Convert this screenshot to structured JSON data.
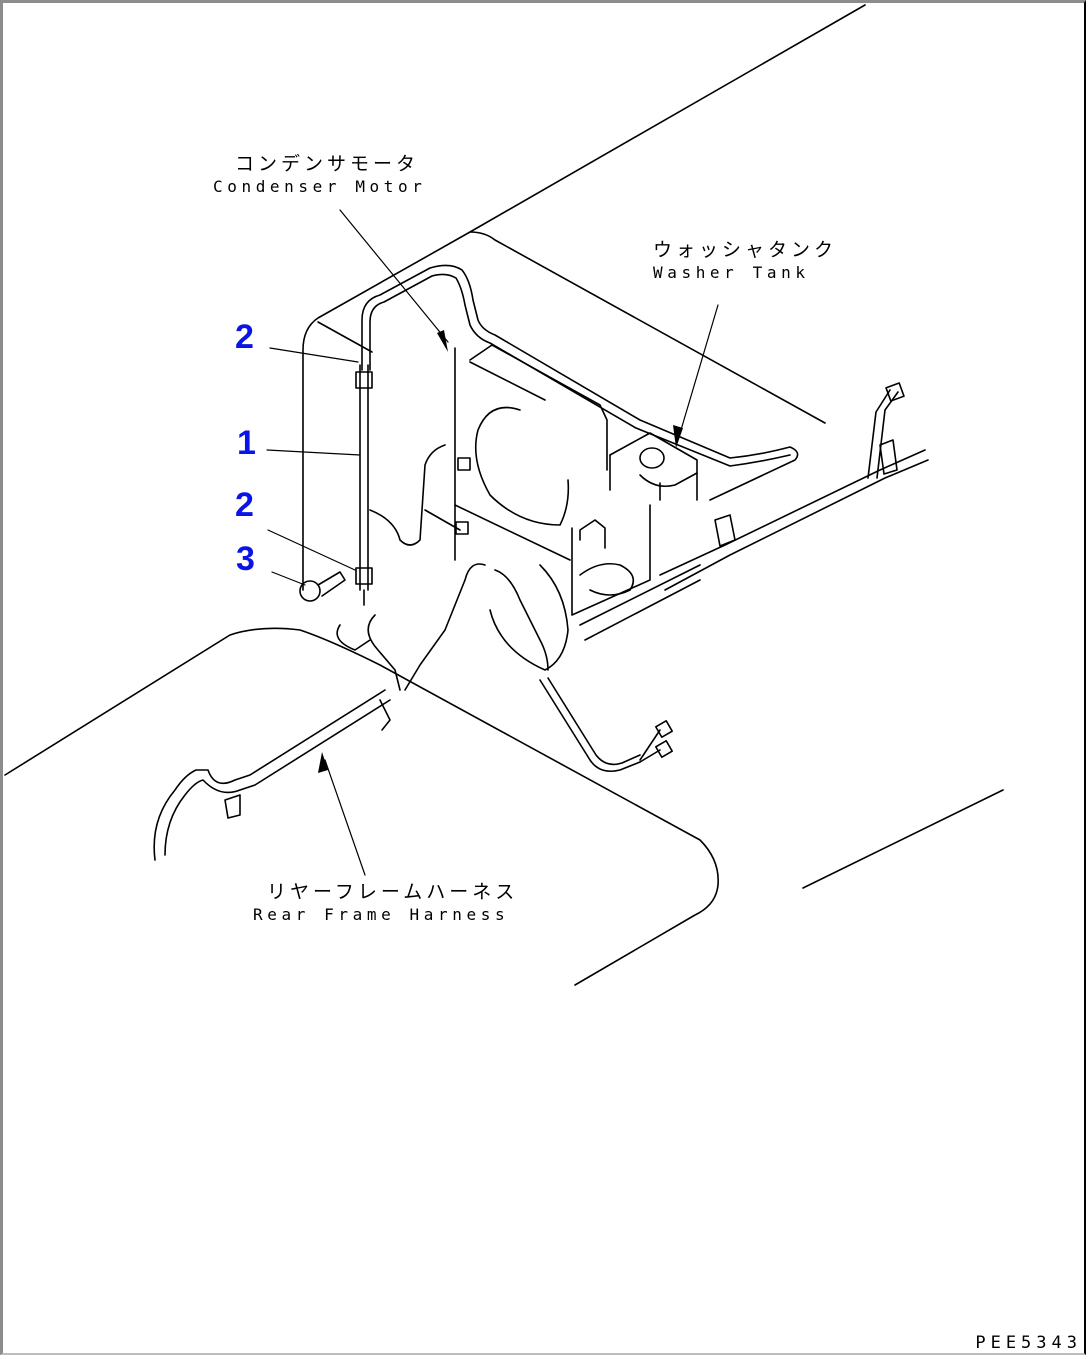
{
  "diagram": {
    "title": "Condenser motor / washer tank wiring parts diagram",
    "labels": {
      "condenser_motor": {
        "jp": "コンデンサモータ",
        "en": "Condenser Motor"
      },
      "washer_tank": {
        "jp": "ウォッシャタンク",
        "en": "Washer Tank"
      },
      "rear_frame_harness": {
        "jp": "リヤーフレームハーネス",
        "en": "Rear Frame Harness"
      }
    },
    "callouts": [
      {
        "number": "2",
        "part": "clip (upper)"
      },
      {
        "number": "1",
        "part": "harness"
      },
      {
        "number": "2",
        "part": "clip (lower)"
      },
      {
        "number": "3",
        "part": "bolt"
      }
    ],
    "drawing_code": "PEE5343",
    "colors": {
      "callout": "#0a14e6",
      "line": "#000000",
      "background": "#ffffff"
    }
  }
}
